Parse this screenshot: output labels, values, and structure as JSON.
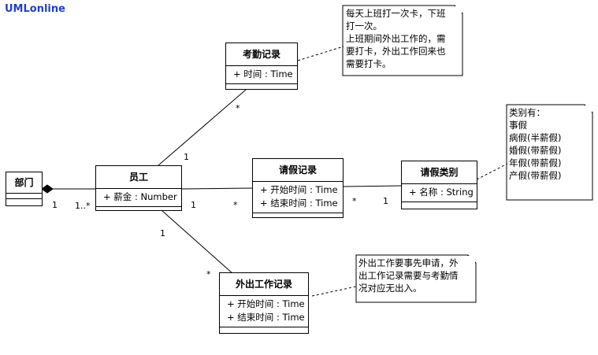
{
  "brand": "UMLonline",
  "classes": {
    "dept": {
      "name": "部门",
      "attrs": []
    },
    "employee": {
      "name": "员工",
      "attrs": [
        "+ 薪金 : Number"
      ]
    },
    "attendance": {
      "name": "考勤记录",
      "attrs": [
        "+ 时间 : Time"
      ]
    },
    "leave": {
      "name": "请假记录",
      "attrs": [
        "+ 开始时间 : Time",
        "+ 结束时间 : Time"
      ]
    },
    "leave_type": {
      "name": "请假类别",
      "attrs": [
        "+ 名称 : String"
      ]
    },
    "outwork": {
      "name": "外出工作记录",
      "attrs": [
        "+ 开始时间 : Time",
        "+ 结束时间 : Time"
      ]
    }
  },
  "multiplicities": {
    "dept_side": "1",
    "emp_dept_side": "1..*",
    "emp_attendance": "1",
    "attendance_emp": "*",
    "emp_leave": "1",
    "leave_emp": "*",
    "leave_type_side": "*",
    "type_leave_side": "1",
    "emp_outwork": "1",
    "outwork_emp": "*"
  },
  "notes": {
    "attendance": [
      "每天上班打一次卡，下班",
      "打一次。",
      "上班期间外出工作的，需",
      "要打卡，外出工作回来也",
      "需要打卡。"
    ],
    "leave_type": [
      "类别有：",
      "事假",
      "病假(半薪假)",
      "婚假(带薪假)",
      "年假(带薪假)",
      "产假(带薪假)"
    ],
    "outwork": [
      "外出工作要事先申请，外",
      "出工作记录需要与考勤情",
      "况对应无出入。"
    ]
  }
}
